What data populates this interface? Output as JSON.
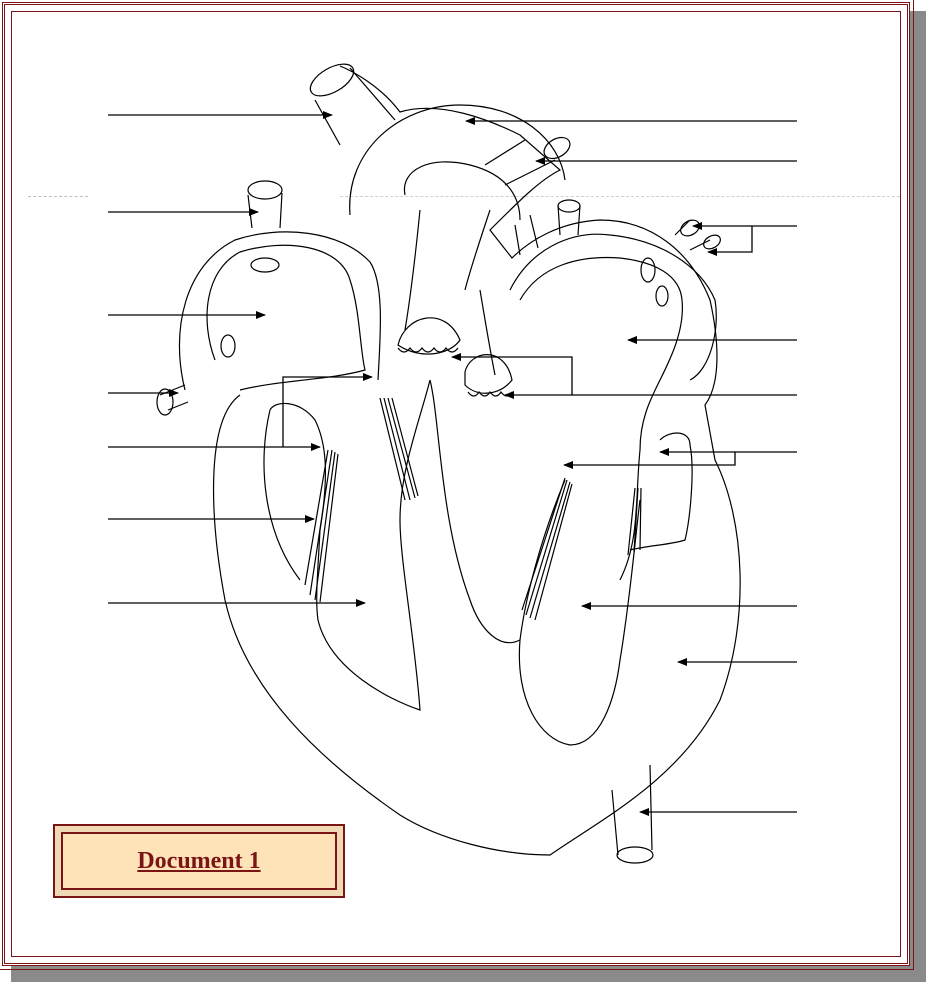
{
  "document_label": "Document 1",
  "colors": {
    "frame": "#7a1515",
    "label_box_fill": "#ffe3b8",
    "line": "#000000",
    "shadow": "#8a8a8a"
  },
  "diagram": {
    "subject": "heart-cross-section",
    "label_slots_left": 7,
    "label_slots_right": 10,
    "label_slots_filled": 0
  }
}
